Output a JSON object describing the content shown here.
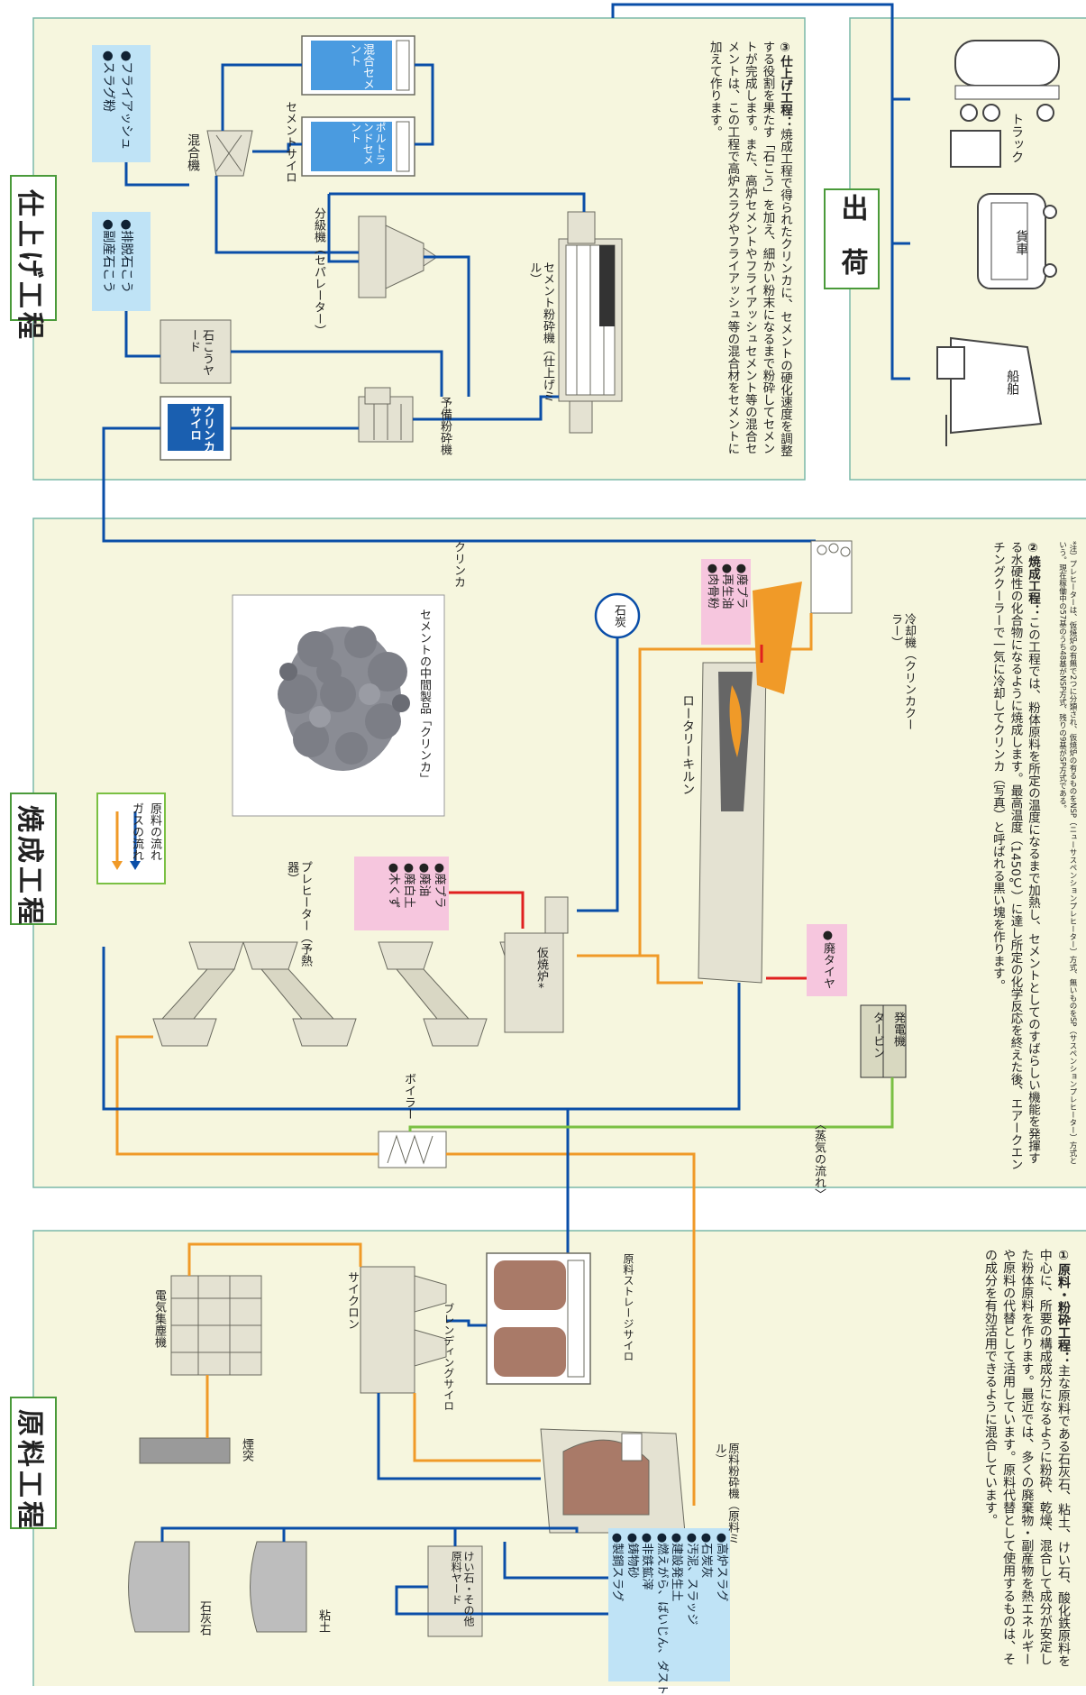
{
  "sections": {
    "finishing": {
      "title": "仕上げ工程",
      "description_label": "③仕上げ工程：",
      "description": "焼成工程で得られたクリンカに、セメントの硬化速度を調整する役割を果たす「石こう」を加え、細かい粉末になるまで粉砕してセメントが完成します。また、高炉セメントやフライアッシュセメント等の混合セメントは、この工程で高炉スラグやフライアッシュ等の混合材をセメントに加えて作ります。",
      "additive_1": [
        "●フライアッシュ",
        "●スラグ粉"
      ],
      "additive_2": [
        "●排脱石こう",
        "●副産石こう"
      ],
      "mixer": "混合機",
      "cement_silo_label": "セメントサイロ",
      "mixed_cement": "混合セメント",
      "portland_cement": "ポルトランドセメント",
      "separator": "分級機（セパレーター）",
      "gypsum_yard": "石こうヤード",
      "clinker_silo": "クリンカサイロ",
      "pre_grinder": "予備粉砕機",
      "cement_mill": "セメント粉砕機（仕上げミル）"
    },
    "shipping": {
      "title": "出　荷",
      "truck": "トラック",
      "freight_car": "貨車",
      "ship": "船舶"
    },
    "burning": {
      "title": "焼成工程",
      "legend": [
        "ガスの流れ",
        "原料の流れ"
      ],
      "photo_caption": "セメントの中間製品「クリンカ」",
      "clinker_label": "クリンカ",
      "coal": "石炭",
      "fuel_1": [
        "●廃プラ",
        "●再生油",
        "●肉骨粉"
      ],
      "fuel_2": [
        "●廃プラ",
        "●廃油",
        "●廃白土",
        "●木くず"
      ],
      "fuel_3": "●廃タイヤ",
      "cooler": "冷却機（クリンカクーラー）",
      "kiln": "ロータリーキルン",
      "preheater": "プレヒーター（予熱器）",
      "calciner": "仮焼炉*",
      "boiler": "ボイラー",
      "steam": "〈蒸気の流れ〉",
      "turbine": "タービン",
      "generator": "発電機",
      "description_label": "②焼成工程：",
      "description": "この工程では、粉体原料を所定の温度になるまで加熱し、セメントとしてのすばらしい機能を発揮する水硬性の化合物になるように焼成します。最高温度（1450℃）に達し所定の化学反応を終えた後、エアークエンチングクーラーで一気に冷却してクリンカ（写真）と呼ばれる黒い塊を作ります。",
      "footnote": "*注）プレヒーターは、仮焼炉の有無で2つに分類され、仮焼炉の有るものをNSP（ニューサスペンションプレヒーター）方式、無いものをSP（サスペンションプレヒーター）方式という。現在稼働中の57基のうち48基がNSP方式、残りの9基がSP方式である。"
    },
    "raw": {
      "title": "原料工程",
      "ep": "電気集塵機",
      "cyclone": "サイクロン",
      "chimney": "煙突",
      "blending_silo": "ブレンディングサイロ",
      "storage_silo": "原料ストレージサイロ",
      "raw_mill": "原料粉砕機（原料ミル）",
      "limestone": "石灰石",
      "clay": "粘土",
      "yard": "けい石・その他原料ヤード",
      "materials": [
        "●高炉スラグ",
        "●石炭灰",
        "●汚泥、スラッジ",
        "●建設発生土",
        "●燃えがら、ばいじん、ダスト",
        "●非鉄鉱滓",
        "●鋳物砂",
        "●製鋼スラグ"
      ],
      "description_label": "①原料・粉砕工程：",
      "description": "主な原料である石灰石、粘土、けい石、酸化鉄原料を中心に、所要の構成成分になるように粉砕、乾燥、混合して成分が安定した粉体原料を作ります。最近では、多くの廃棄物・副産物を熱エネルギーや原料の代替として活用しています。原料代替として使用するものは、その成分を有効活用できるように混合しています。"
    }
  },
  "colors": {
    "panel": "#f6f6de",
    "panel_border": "#7bb8a8",
    "raw_flow": "#0a4ea8",
    "gas_flow": "#f09a28",
    "fuel_flow": "#e02020",
    "steam_flow": "#7ac043",
    "additive_box": "#bfe3f6",
    "fuel_box": "#f6c6de",
    "machine": "#e4e2d2",
    "machine_edge": "#6b6b60"
  }
}
